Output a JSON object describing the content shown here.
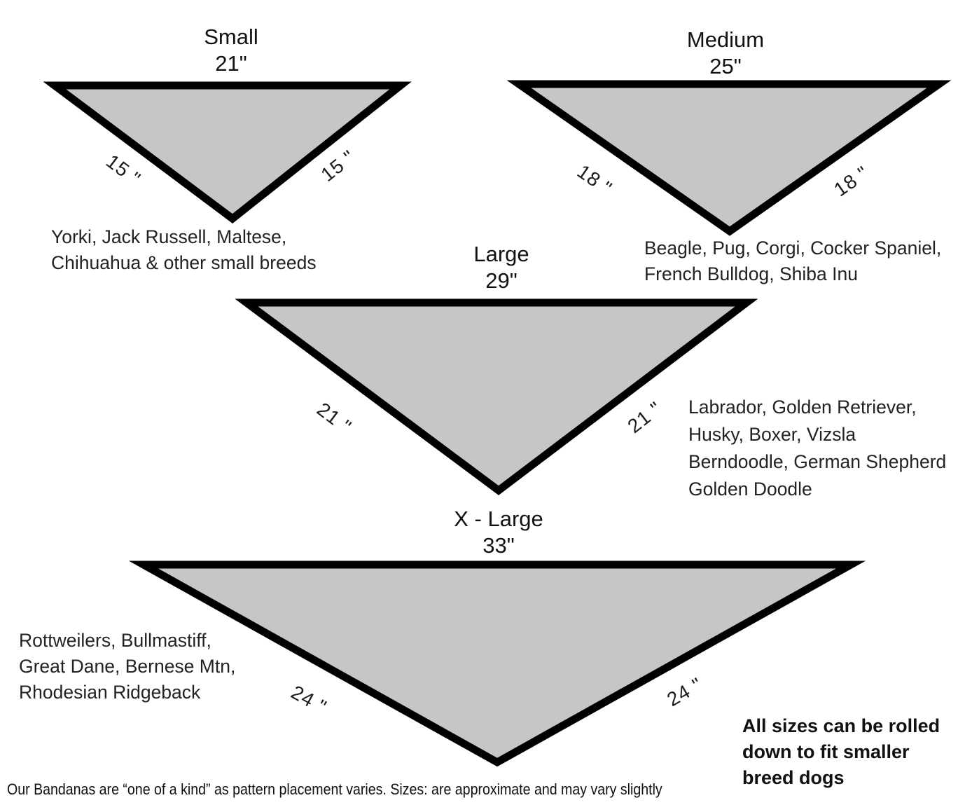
{
  "sizes": [
    {
      "label": "Small",
      "width": "21\"",
      "sides": {
        "left": "15 \"",
        "right": "15 \""
      },
      "breeds": [
        "Yorki, Jack Russell, Maltese,",
        "Chihuahua & other small breeds"
      ]
    },
    {
      "label": "Medium",
      "width": "25\"",
      "sides": {
        "left": "18 \"",
        "right": "18 \""
      },
      "breeds": [
        "Beagle, Pug, Corgi, Cocker Spaniel,",
        "French Bulldog, Shiba Inu"
      ]
    },
    {
      "label": "Large",
      "width": "29\"",
      "sides": {
        "left": "21 \"",
        "right": "21 \""
      },
      "breeds": [
        "Labrador, Golden Retriever,",
        "Husky, Boxer, Vizsla",
        "Berndoodle, German Shepherd",
        "Golden Doodle"
      ]
    },
    {
      "label": "X - Large",
      "width": "33\"",
      "sides": {
        "left": "24 \"",
        "right": "24 \""
      },
      "breeds": [
        "Rottweilers, Bullmastiff,",
        "Great Dane, Bernese Mtn,",
        "Rhodesian Ridgeback"
      ]
    }
  ],
  "notes": {
    "rolled": [
      "All sizes can be rolled",
      "down to fit smaller",
      "breed dogs"
    ],
    "footer": "Our Bandanas are “one of a kind” as pattern placement varies. Sizes: are approximate and may vary slightly"
  },
  "colors": {
    "triangle_fill": "#c6c6c6",
    "triangle_border": "#000000"
  }
}
